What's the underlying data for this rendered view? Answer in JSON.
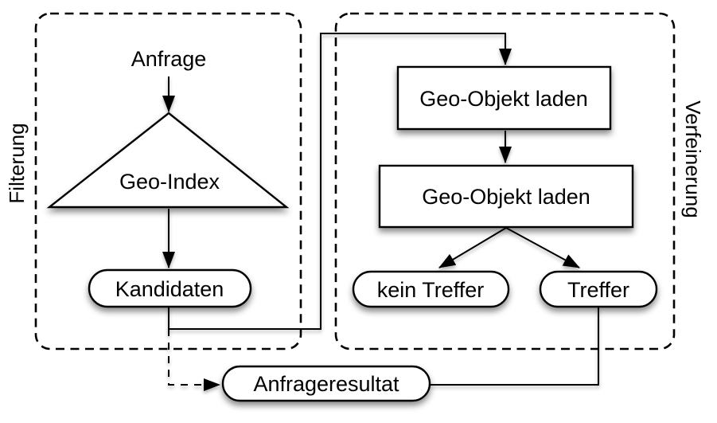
{
  "diagram": {
    "filtering_group": {
      "label": "Filterung",
      "query_label": "Anfrage",
      "index_label": "Geo-Index",
      "candidates_label": "Kandidaten"
    },
    "refinement_group": {
      "label": "Verfeinerung",
      "load_step1_label": "Geo-Objekt laden",
      "load_step2_label": "Geo-Objekt laden",
      "no_hit_label": "kein Treffer",
      "hit_label": "Treffer"
    },
    "result_label": "Anfrageresultat",
    "colors": {
      "stroke": "#000000",
      "node_fill": "#ffffff",
      "background": "#ffffff"
    }
  }
}
